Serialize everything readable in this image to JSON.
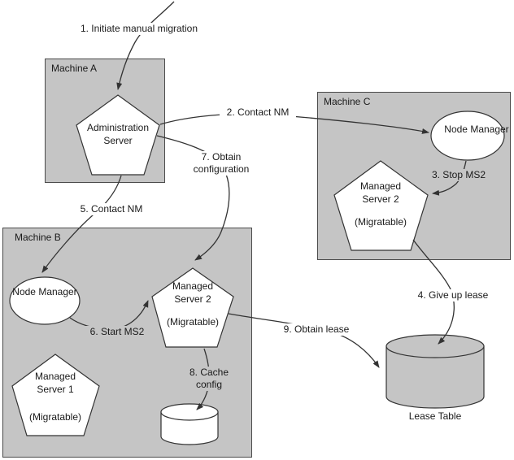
{
  "colors": {
    "machine_fill": "#c5c5c5",
    "line": "#333333",
    "shape_fill": "#ffffff"
  },
  "diagram": {
    "machines": {
      "a": {
        "label": "Machine A"
      },
      "b": {
        "label": "Machine B"
      },
      "c": {
        "label": "Machine C"
      }
    },
    "nodes": {
      "admin_server": {
        "name": "Administration Server"
      },
      "node_manager_c": {
        "name": "Node Manager"
      },
      "managed_server_2_c": {
        "name": "Managed Server 2",
        "qualifier": "(Migratable)"
      },
      "node_manager_b": {
        "name": "Node Manager"
      },
      "managed_server_2_b": {
        "name": "Managed Server 2",
        "qualifier": "(Migratable)"
      },
      "managed_server_1_b": {
        "name": "Managed Server 1",
        "qualifier": "(Migratable)"
      },
      "lease_table": {
        "name": "Lease Table"
      },
      "config_cache": {
        "name": ""
      }
    },
    "steps": {
      "s1": {
        "label": "1. Initiate manual migration"
      },
      "s2": {
        "label": "2. Contact NM"
      },
      "s3": {
        "label": "3. Stop MS2"
      },
      "s4": {
        "label": "4. Give up lease"
      },
      "s5": {
        "label": "5. Contact NM"
      },
      "s6": {
        "label": "6. Start MS2"
      },
      "s7": {
        "line1": "7. Obtain",
        "line2": "configuration"
      },
      "s8": {
        "line1": "8. Cache",
        "line2": "config"
      },
      "s9": {
        "label": "9. Obtain lease"
      }
    }
  }
}
